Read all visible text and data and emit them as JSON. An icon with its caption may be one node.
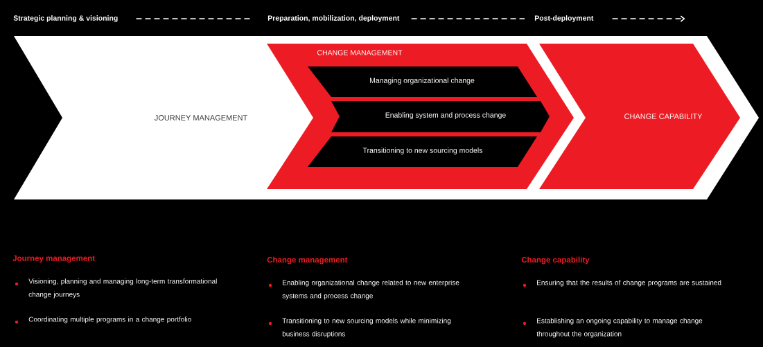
{
  "diagram": {
    "nodes": [
      {
        "text": [
          "JOURNEY MANAGEMENT"
        ]
      },
      {
        "text": [
          "CHANGE MANAGEMENT"
        ],
        "in": 0
      },
      {
        "text": [
          "Managing organizational change"
        ],
        "in": 1
      },
      {
        "text": [
          "Enabling system and process change"
        ],
        "in": 1
      },
      {
        "text": [
          "Transitioning to new sourcing models"
        ],
        "in": 1
      },
      {
        "text": [
          "CHANGE CAPABILITY"
        ],
        "in": 0
      },
      {
        "text": [
          "Strategic planning & visioning"
        ]
      },
      {
        "text": [
          "Preparation, mobilization, deployment"
        ]
      },
      {
        "text": [
          "Post-deployment"
        ]
      }
    ],
    "edges": [
      {
        "from": 6,
        "to": 7,
        "arrow": "none",
        "style": "dashed"
      },
      {
        "from": 7,
        "to": 8,
        "arrow": "none",
        "style": "dashed"
      },
      {
        "from": 8,
        "to": null,
        "arrow": "to",
        "style": "dashed"
      }
    ],
    "labels": [
      "Journey management",
      "Visioning, planning and managing long-term transformational change journeys",
      "Coordinating multiple programs in a change portfolio",
      "Change management",
      "Enabling organizational change related to new enterprise systems and process change",
      "Transitioning to new sourcing models while minimizing business disruptions",
      "Change capability",
      "Ensuring that the results of change programs are sustained",
      "Establishing an ongoing capability to manage change throughout the organization"
    ]
  }
}
